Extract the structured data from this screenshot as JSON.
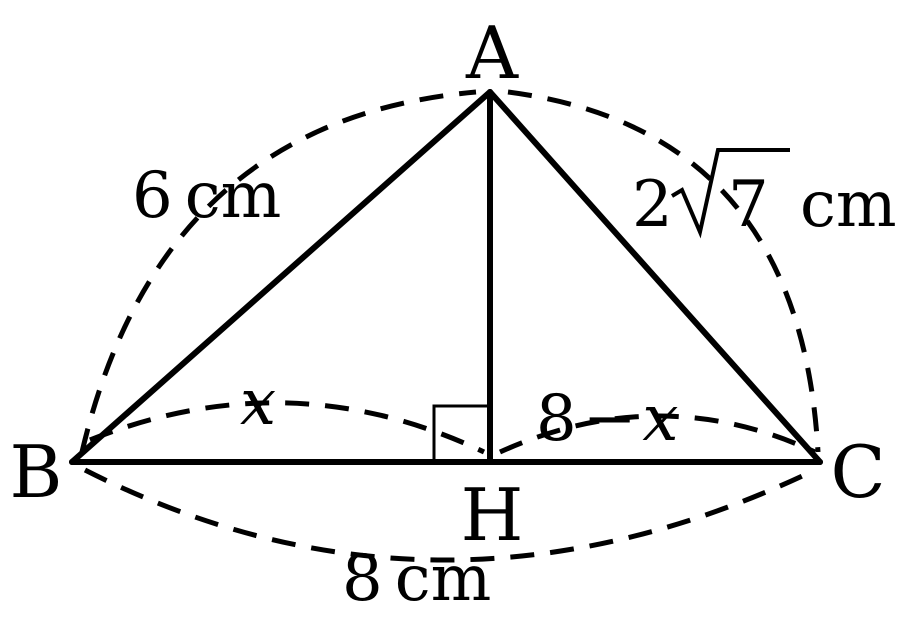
{
  "points": {
    "A": "A",
    "B": "B",
    "C": "C",
    "H": "H"
  },
  "lengths": {
    "AB": "6",
    "AC_coef": "2",
    "AC_radicand": "7",
    "BC": "8",
    "unit": "cm",
    "BH": "x",
    "HC_num": "8",
    "HC_minus": "−",
    "HC_var": "x"
  },
  "colors": {
    "stroke": "#000000",
    "background": "#ffffff"
  }
}
